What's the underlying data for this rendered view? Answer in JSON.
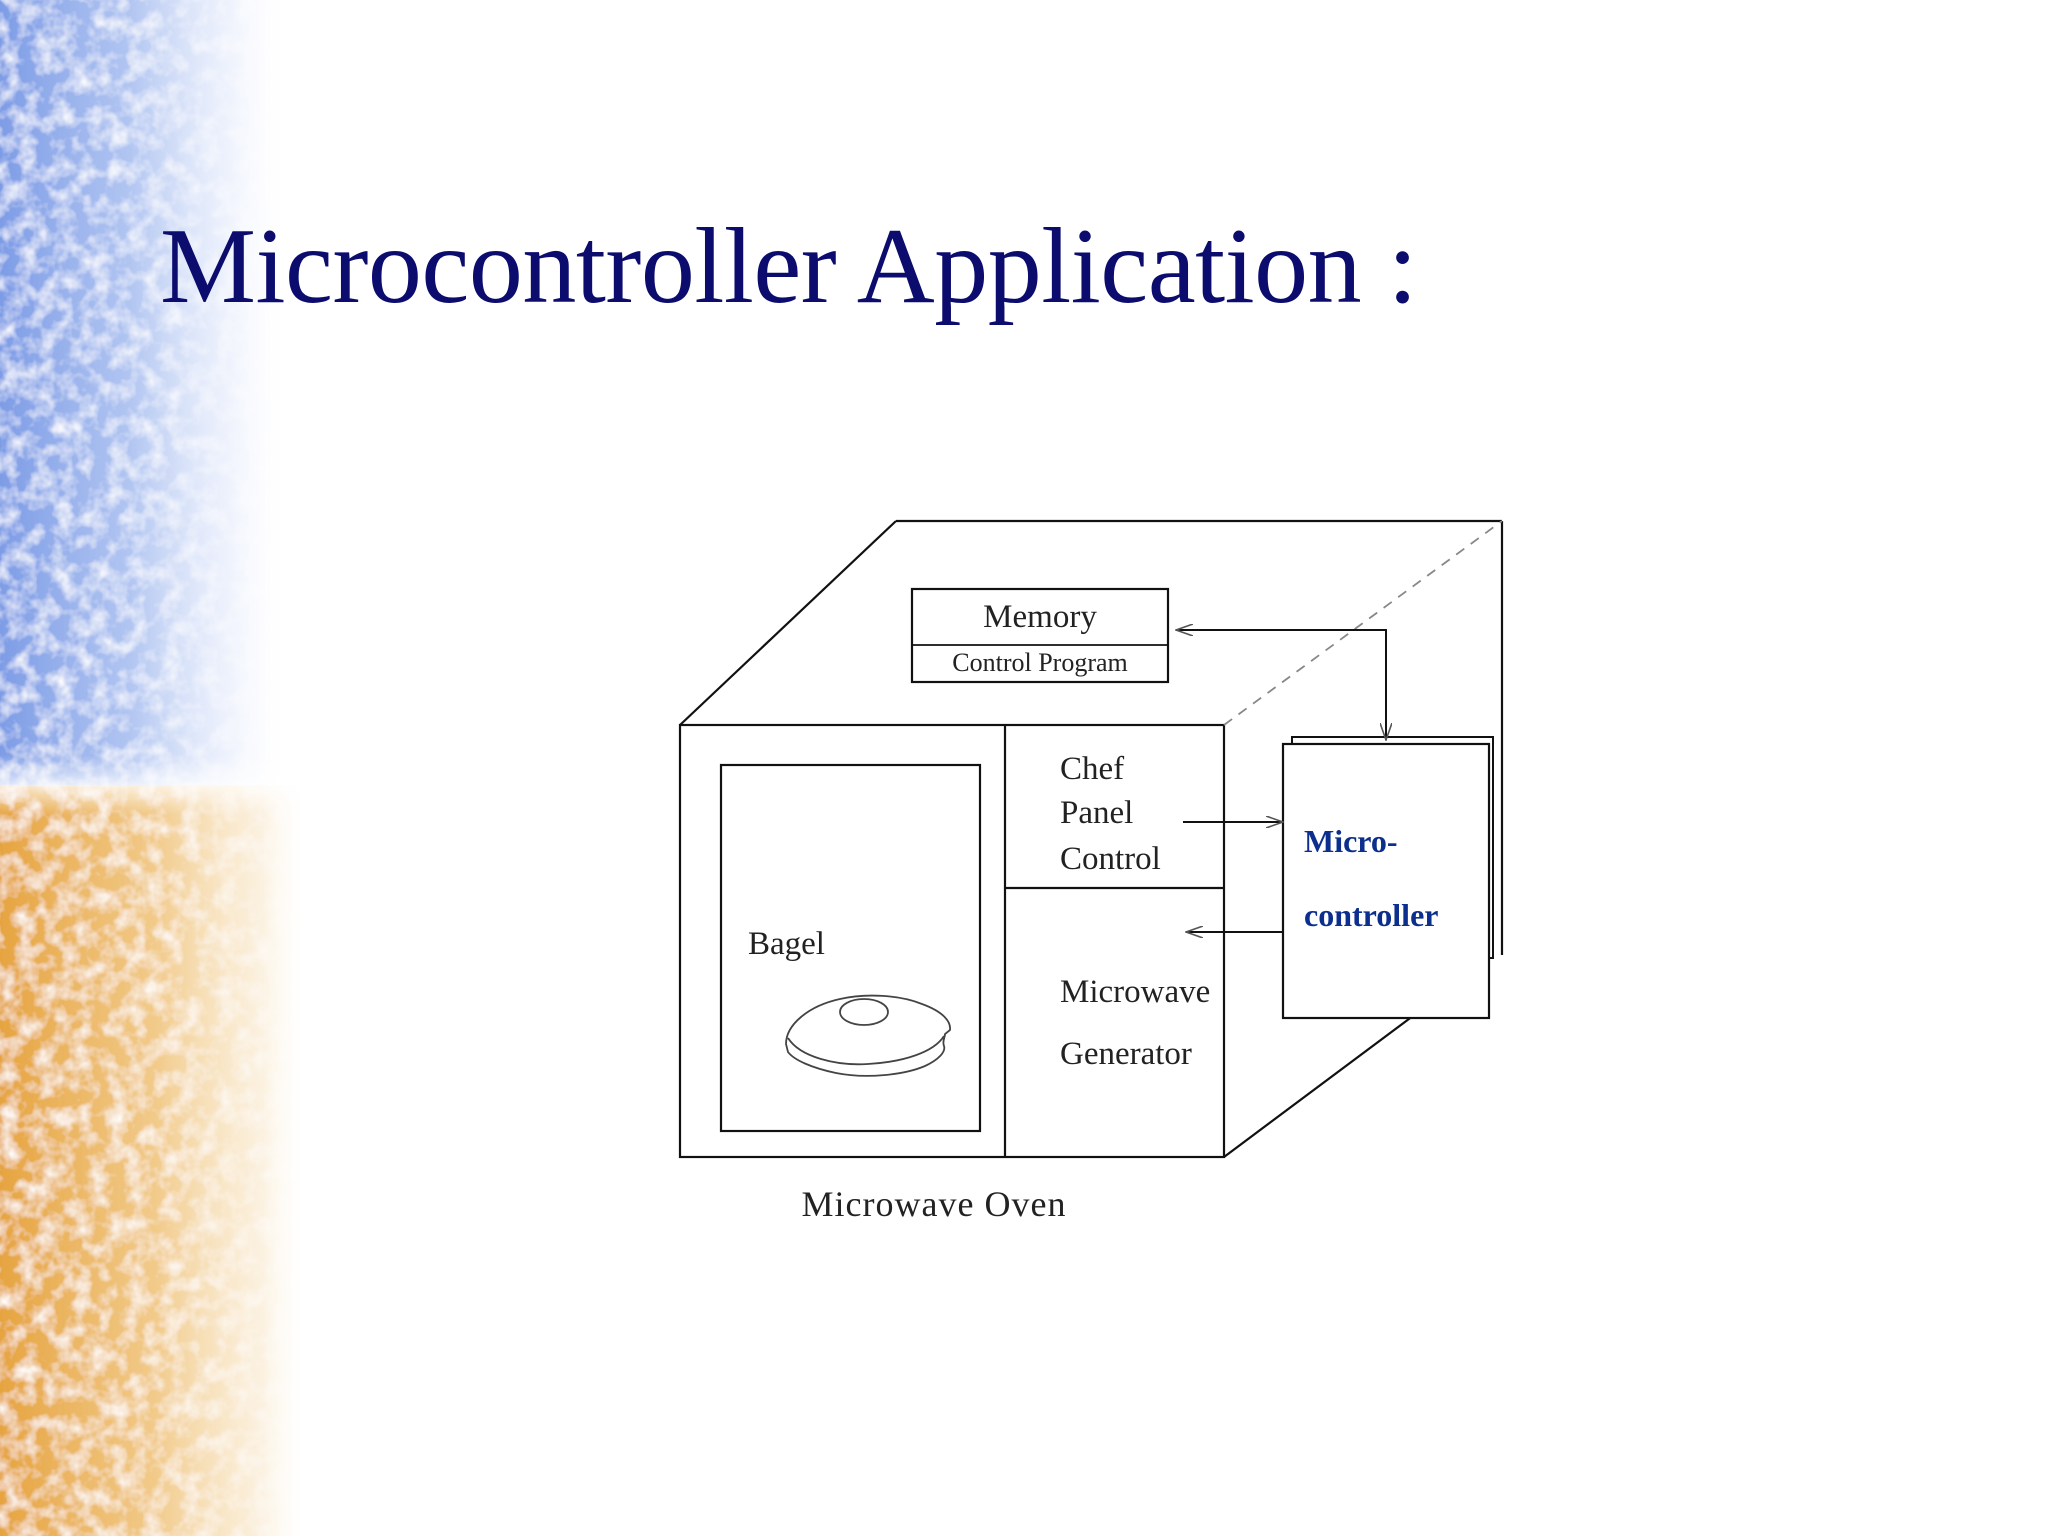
{
  "slide": {
    "title": "Microcontroller Application :"
  },
  "diagram": {
    "memory_label": "Memory",
    "control_program_label": "Control Program",
    "chef_panel_lines": [
      "Chef",
      "Panel",
      "Control"
    ],
    "microcontroller_lines": [
      "Micro-",
      "controller"
    ],
    "bagel_label": "Bagel",
    "generator_lines": [
      "Microwave",
      "Generator"
    ],
    "caption": "Microwave Oven"
  },
  "colors": {
    "title": "#0b0c6e",
    "microcontroller_text": "#0c2f8e",
    "line": "#111111",
    "label": "#222222",
    "bg_blue": "#7f9fe6",
    "bg_orange": "#e9a94a"
  }
}
